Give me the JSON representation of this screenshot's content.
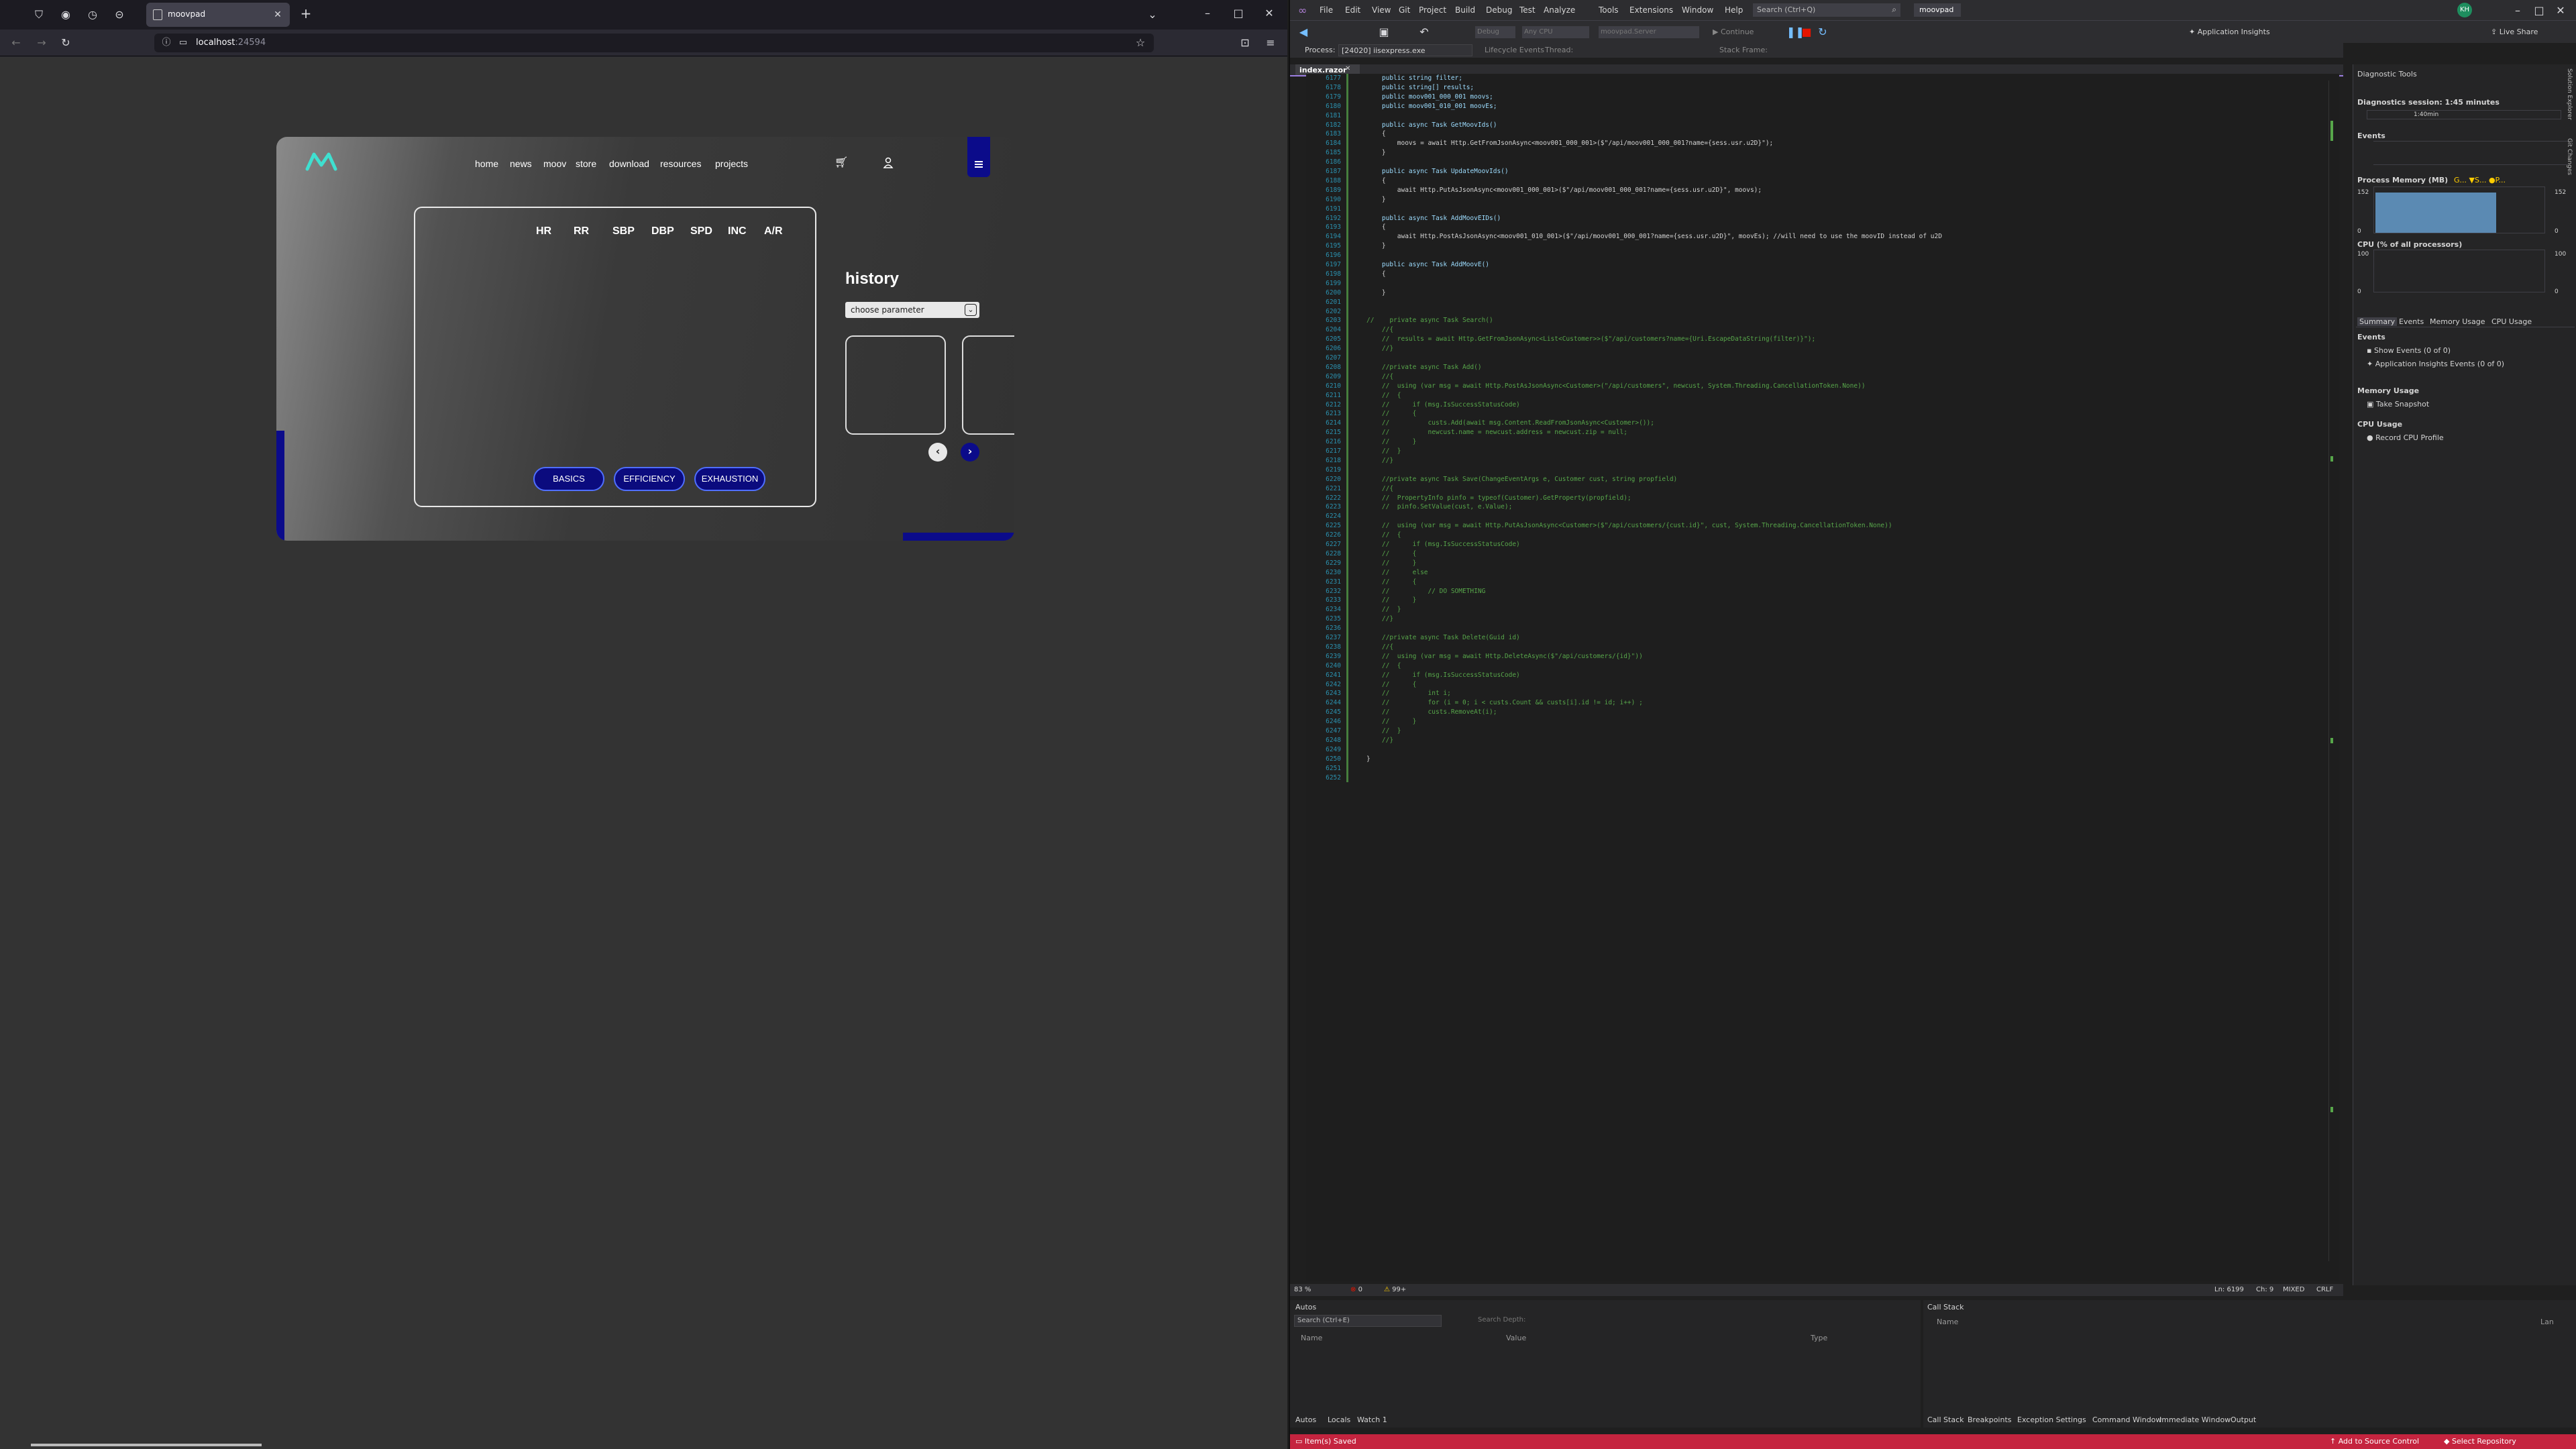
{
  "browser": {
    "tab_title": "moovpad",
    "url_host": "localhost",
    "url_port": ":24594",
    "site": {
      "nav": [
        "home",
        "news",
        "moov",
        "store",
        "download",
        "resources",
        "projects"
      ],
      "params": [
        "HR",
        "RR",
        "SBP",
        "DBP",
        "SPD",
        "INC",
        "A/R"
      ],
      "buttons": [
        "BASICS",
        "EFFICIENCY",
        "EXHAUSTION"
      ],
      "history_title": "history",
      "select_value": "choose parameter"
    }
  },
  "vs": {
    "menu": [
      "File",
      "Edit",
      "View",
      "Git",
      "Project",
      "Build",
      "Debug",
      "Test",
      "Analyze",
      "Tools",
      "Extensions",
      "Window",
      "Help"
    ],
    "search_placeholder": "Search (Ctrl+Q)",
    "solution": "moovpad",
    "process_label": "Process:",
    "process_value": "[24020] iisexpress.exe",
    "lifecycle": "Lifecycle Events",
    "thread_label": "Thread:",
    "stack_frame": "Stack Frame:",
    "continue": "Continue",
    "app_insights": "Application Insights",
    "live_share": "Live Share",
    "avatar": "KH",
    "file_tab": "index.razor",
    "code_lines": [
      {
        "n": "6177",
        "t": "    public string filter;",
        "k": "decl"
      },
      {
        "n": "6178",
        "t": "    public string[] results;",
        "k": "decl"
      },
      {
        "n": "6179",
        "t": "    public moov001_000_001 moovs;",
        "k": "decl"
      },
      {
        "n": "6180",
        "t": "    public moov001_010_001 moovEs;",
        "k": "decl"
      },
      {
        "n": "6181",
        "t": "",
        "k": ""
      },
      {
        "n": "6182",
        "t": "    public async Task GetMoovIds()",
        "k": "decl"
      },
      {
        "n": "6183",
        "t": "    {",
        "k": ""
      },
      {
        "n": "6184",
        "t": "        moovs = await Http.GetFromJsonAsync<moov001_000_001>($\"/api/moov001_000_001?name={sess.usr.u2D}\");",
        "k": "code"
      },
      {
        "n": "6185",
        "t": "    }",
        "k": ""
      },
      {
        "n": "6186",
        "t": "",
        "k": ""
      },
      {
        "n": "6187",
        "t": "    public async Task UpdateMoovIds()",
        "k": "decl"
      },
      {
        "n": "6188",
        "t": "    {",
        "k": ""
      },
      {
        "n": "6189",
        "t": "        await Http.PutAsJsonAsync<moov001_000_001>($\"/api/moov001_000_001?name={sess.usr.u2D}\", moovs);",
        "k": "code"
      },
      {
        "n": "6190",
        "t": "    }",
        "k": ""
      },
      {
        "n": "6191",
        "t": "",
        "k": ""
      },
      {
        "n": "6192",
        "t": "    public async Task AddMoovEIDs()",
        "k": "decl"
      },
      {
        "n": "6193",
        "t": "    {",
        "k": ""
      },
      {
        "n": "6194",
        "t": "        await Http.PostAsJsonAsync<moov001_010_001>($\"/api/moov001_000_001?name={sess.usr.u2D}\", moovEs); //will need to use the moovID instead of u2D",
        "k": "code"
      },
      {
        "n": "6195",
        "t": "    }",
        "k": ""
      },
      {
        "n": "6196",
        "t": "",
        "k": ""
      },
      {
        "n": "6197",
        "t": "    public async Task AddMoovE()",
        "k": "decl"
      },
      {
        "n": "6198",
        "t": "    {",
        "k": ""
      },
      {
        "n": "6199",
        "t": "",
        "k": ""
      },
      {
        "n": "6200",
        "t": "    }",
        "k": ""
      },
      {
        "n": "6201",
        "t": "",
        "k": ""
      },
      {
        "n": "6202",
        "t": "",
        "k": ""
      },
      {
        "n": "6203",
        "t": "//    private async Task Search()",
        "k": "cm"
      },
      {
        "n": "6204",
        "t": "    //{",
        "k": "cm"
      },
      {
        "n": "6205",
        "t": "    //  results = await Http.GetFromJsonAsync<List<Customer>>($\"/api/customers?name={Uri.EscapeDataString(filter)}\");",
        "k": "cm"
      },
      {
        "n": "6206",
        "t": "    //}",
        "k": "cm"
      },
      {
        "n": "6207",
        "t": "",
        "k": ""
      },
      {
        "n": "6208",
        "t": "    //private async Task Add()",
        "k": "cm"
      },
      {
        "n": "6209",
        "t": "    //{",
        "k": "cm"
      },
      {
        "n": "6210",
        "t": "    //  using (var msg = await Http.PostAsJsonAsync<Customer>(\"/api/customers\", newcust, System.Threading.CancellationToken.None))",
        "k": "cm"
      },
      {
        "n": "6211",
        "t": "    //  {",
        "k": "cm"
      },
      {
        "n": "6212",
        "t": "    //      if (msg.IsSuccessStatusCode)",
        "k": "cm"
      },
      {
        "n": "6213",
        "t": "    //      {",
        "k": "cm"
      },
      {
        "n": "6214",
        "t": "    //          custs.Add(await msg.Content.ReadFromJsonAsync<Customer>());",
        "k": "cm"
      },
      {
        "n": "6215",
        "t": "    //          newcust.name = newcust.address = newcust.zip = null;",
        "k": "cm"
      },
      {
        "n": "6216",
        "t": "    //      }",
        "k": "cm"
      },
      {
        "n": "6217",
        "t": "    //  }",
        "k": "cm"
      },
      {
        "n": "6218",
        "t": "    //}",
        "k": "cm"
      },
      {
        "n": "6219",
        "t": "",
        "k": ""
      },
      {
        "n": "6220",
        "t": "    //private async Task Save(ChangeEventArgs e, Customer cust, string propfield)",
        "k": "cm"
      },
      {
        "n": "6221",
        "t": "    //{",
        "k": "cm"
      },
      {
        "n": "6222",
        "t": "    //  PropertyInfo pinfo = typeof(Customer).GetProperty(propfield);",
        "k": "cm"
      },
      {
        "n": "6223",
        "t": "    //  pinfo.SetValue(cust, e.Value);",
        "k": "cm"
      },
      {
        "n": "6224",
        "t": "",
        "k": ""
      },
      {
        "n": "6225",
        "t": "    //  using (var msg = await Http.PutAsJsonAsync<Customer>($\"/api/customers/{cust.id}\", cust, System.Threading.CancellationToken.None))",
        "k": "cm"
      },
      {
        "n": "6226",
        "t": "    //  {",
        "k": "cm"
      },
      {
        "n": "6227",
        "t": "    //      if (msg.IsSuccessStatusCode)",
        "k": "cm"
      },
      {
        "n": "6228",
        "t": "    //      {",
        "k": "cm"
      },
      {
        "n": "6229",
        "t": "    //      }",
        "k": "cm"
      },
      {
        "n": "6230",
        "t": "    //      else",
        "k": "cm"
      },
      {
        "n": "6231",
        "t": "    //      {",
        "k": "cm"
      },
      {
        "n": "6232",
        "t": "    //          // DO SOMETHING",
        "k": "cm"
      },
      {
        "n": "6233",
        "t": "    //      }",
        "k": "cm"
      },
      {
        "n": "6234",
        "t": "    //  }",
        "k": "cm"
      },
      {
        "n": "6235",
        "t": "    //}",
        "k": "cm"
      },
      {
        "n": "6236",
        "t": "",
        "k": ""
      },
      {
        "n": "6237",
        "t": "    //private async Task Delete(Guid id)",
        "k": "cm"
      },
      {
        "n": "6238",
        "t": "    //{",
        "k": "cm"
      },
      {
        "n": "6239",
        "t": "    //  using (var msg = await Http.DeleteAsync($\"/api/customers/{id}\"))",
        "k": "cm"
      },
      {
        "n": "6240",
        "t": "    //  {",
        "k": "cm"
      },
      {
        "n": "6241",
        "t": "    //      if (msg.IsSuccessStatusCode)",
        "k": "cm"
      },
      {
        "n": "6242",
        "t": "    //      {",
        "k": "cm"
      },
      {
        "n": "6243",
        "t": "    //          int i;",
        "k": "cm"
      },
      {
        "n": "6244",
        "t": "    //          for (i = 0; i < custs.Count && custs[i].id != id; i++) ;",
        "k": "cm"
      },
      {
        "n": "6245",
        "t": "    //          custs.RemoveAt(i);",
        "k": "cm"
      },
      {
        "n": "6246",
        "t": "    //      }",
        "k": "cm"
      },
      {
        "n": "6247",
        "t": "    //  }",
        "k": "cm"
      },
      {
        "n": "6248",
        "t": "    //}",
        "k": "cm"
      },
      {
        "n": "6249",
        "t": "",
        "k": ""
      },
      {
        "n": "6250",
        "t": "}",
        "k": ""
      },
      {
        "n": "6251",
        "t": "",
        "k": ""
      },
      {
        "n": "6252",
        "t": "",
        "k": ""
      }
    ],
    "zoom": "83 %",
    "errors": "0",
    "warnings": "99+",
    "ln": "Ln: 6199",
    "ch": "Ch: 9",
    "mixed": "MIXED",
    "crlf": "CRLF",
    "diag": {
      "title": "Diagnostic Tools",
      "session": "Diagnostics session: 1:45 minutes",
      "time_mark": "1:40min",
      "events": "Events",
      "process_memory": "Process Memory (MB)",
      "legend": "G... ▼S... ●P...",
      "mem_max": "152",
      "mem_min": "0",
      "cpu": "CPU (% of all processors)",
      "cpu_max": "100",
      "cpu_min": "0",
      "tabs": [
        "Summary",
        "Events",
        "Memory Usage",
        "CPU Usage"
      ],
      "events_h": "Events",
      "show_events": "Show Events (0 of 0)",
      "ai_events": "Application Insights Events (0 of 0)",
      "mem_usage": "Memory Usage",
      "take_snapshot": "Take Snapshot",
      "cpu_usage": "CPU Usage",
      "record_cpu": "Record CPU Profile"
    },
    "side_tabs": [
      "Solution Explorer",
      "Git Changes"
    ],
    "autos": {
      "title": "Autos",
      "search": "Search (Ctrl+E)",
      "depth": "Search Depth:",
      "cols": [
        "Name",
        "Value",
        "Type"
      ],
      "tabs": [
        "Autos",
        "Locals",
        "Watch 1"
      ]
    },
    "callstack": {
      "title": "Call Stack",
      "cols": [
        "Name",
        "Lan"
      ],
      "tabs": [
        "Call Stack",
        "Breakpoints",
        "Exception Settings",
        "Command Window",
        "Immediate Window",
        "Output"
      ]
    },
    "status": {
      "saved": "Item(s) Saved",
      "source_control": "Add to Source Control",
      "repo": "Select Repository"
    }
  }
}
